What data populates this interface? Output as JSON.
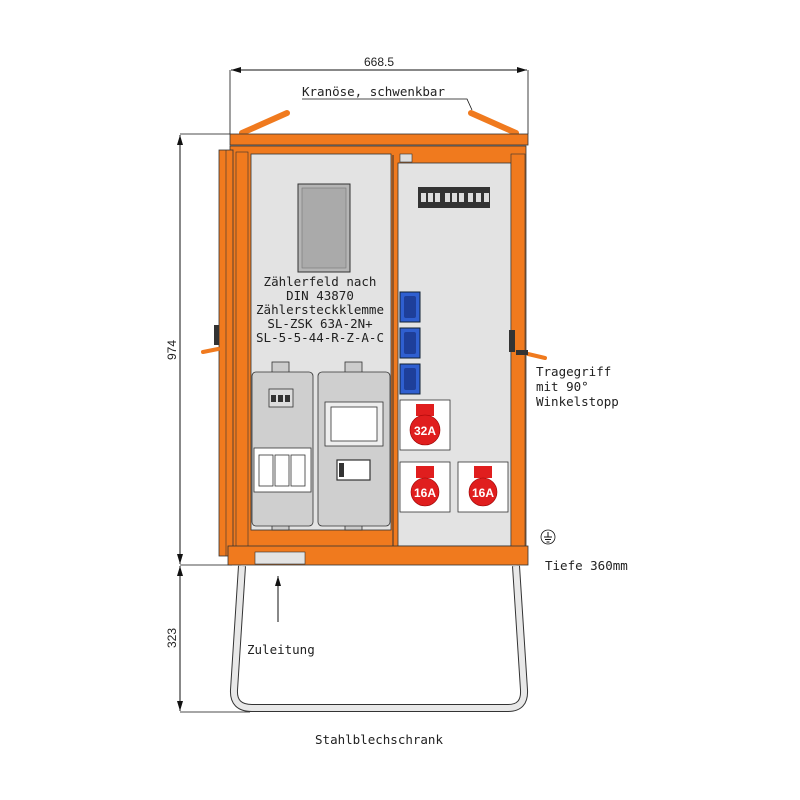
{
  "dimensions": {
    "width": "668.5",
    "height": "974",
    "stand_height": "323"
  },
  "labels": {
    "crane_eye": "Kranöse, schwenkbar",
    "meter_field": [
      "Zählerfeld nach",
      "DIN 43870",
      "Zählersteckklemme",
      "SL-ZSK 63A-2N+",
      "SL-5-5-44-R-Z-A-C"
    ],
    "handle": [
      "Tragegriff",
      "mit 90°",
      "Winkelstopp"
    ],
    "depth": "Tiefe 360mm",
    "supply": "Zuleitung",
    "title": "Stahlblechschrank"
  },
  "sockets": {
    "cee_32": "32A",
    "cee_16a": "16A",
    "cee_16b": "16A"
  },
  "colors": {
    "orange": "#f07a1e",
    "panel": "#e3e3e3",
    "blue": "#2f5fd0",
    "red": "#e01e1e"
  }
}
